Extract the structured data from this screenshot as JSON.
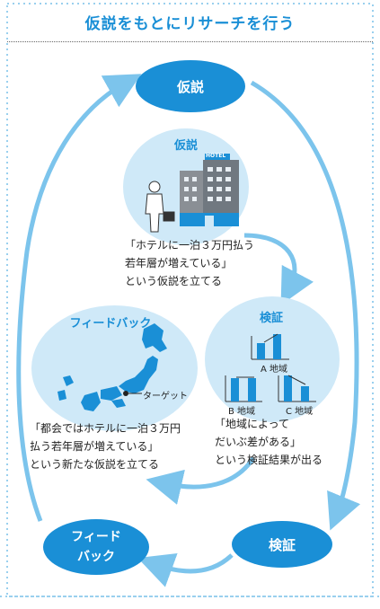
{
  "title": "仮説をもとにリサーチを行う",
  "nodes": {
    "top": "仮説",
    "bottom_right": "検証",
    "bottom_left": "フィード\nバック"
  },
  "hypothesis_circle": {
    "title": "仮説",
    "hotel_sign": "HOTEL",
    "text": "「ホテルに一泊３万円払う\n若年層が増えている」\nという仮説を立てる"
  },
  "verification_circle": {
    "title": "検証",
    "chart_labels": [
      "A 地域",
      "B 地域",
      "C 地域"
    ],
    "text": "「地域によって\nだいぶ差がある」\nという検証結果が出る"
  },
  "feedback_circle": {
    "title": "フィードバック",
    "target_label": "ターゲット",
    "text": "「都会ではホテルに一泊３万円\n払う若年層が増えている」\nという新たな仮説を立てる"
  }
}
